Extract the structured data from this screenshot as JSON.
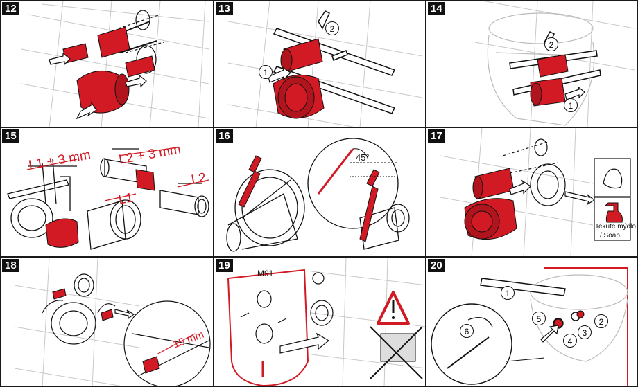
{
  "colors": {
    "accent_red": "#d21a24",
    "line": "#1a1a1a",
    "grid": "#c8c8c8"
  },
  "panels": [
    {
      "number": "12"
    },
    {
      "number": "13",
      "callouts": [
        "2",
        "1"
      ]
    },
    {
      "number": "14",
      "callouts": [
        "2",
        "1"
      ]
    },
    {
      "number": "15",
      "dimensions": [
        "L1 + 3 mm",
        "L2 + 3 mm",
        "L1",
        "L2"
      ]
    },
    {
      "number": "16",
      "angle": "45°"
    },
    {
      "number": "17",
      "soap_label_1": "Tekuté mýdlo",
      "soap_label_2": "/  Soap"
    },
    {
      "number": "18",
      "dimension": "15 mm"
    },
    {
      "number": "19",
      "label": "M91"
    },
    {
      "number": "20",
      "callouts": [
        "1",
        "2",
        "3",
        "4",
        "5",
        "6"
      ]
    }
  ]
}
